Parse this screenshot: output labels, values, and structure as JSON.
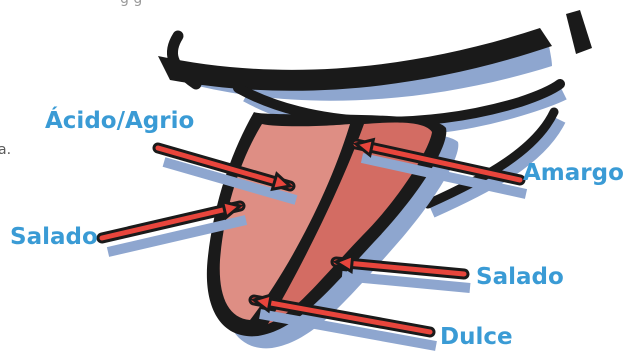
{
  "stray_text": {
    "top": "g          g",
    "left": "a."
  },
  "labels": {
    "acido": "Ácido/Agrio",
    "amargo": "Amargo",
    "salado_left": "Salado",
    "salado_right": "Salado",
    "dulce": "Dulce"
  },
  "colors": {
    "label": "#3a9bd5",
    "arrow": "#e8453c",
    "arrow_shadow": "#8ea6cf",
    "tongue_left": "#de8e84",
    "tongue_right": "#d36c63",
    "outline": "#1a1a1a"
  }
}
